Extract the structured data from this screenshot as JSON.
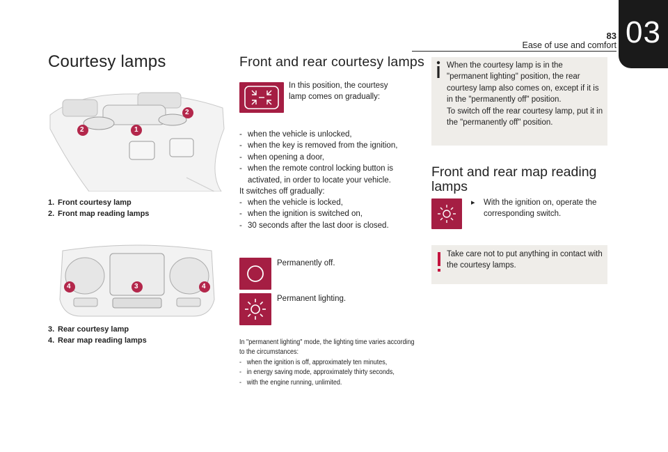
{
  "header": {
    "page_number": "83",
    "chapter_title": "Ease of use and comfort",
    "chapter_number": "03"
  },
  "left": {
    "title": "Courtesy lamps",
    "legend_front": [
      {
        "num": "1.",
        "text": "Front courtesy lamp"
      },
      {
        "num": "2.",
        "text": "Front map reading lamps"
      }
    ],
    "legend_rear": [
      {
        "num": "3.",
        "text": "Rear courtesy lamp"
      },
      {
        "num": "4.",
        "text": "Rear map reading lamps"
      }
    ],
    "callouts": {
      "one": "1",
      "two": "2",
      "three": "3",
      "four": "4"
    }
  },
  "middle": {
    "title": "Front and rear courtesy lamps",
    "intro": "In this position, the courtesy lamp comes on gradually:",
    "on_list": [
      "when the vehicle is unlocked,",
      "when the key is removed from the ignition,",
      "when opening a door,",
      "when the remote control locking button is activated, in order to locate your vehicle."
    ],
    "off_intro": "It switches off gradually:",
    "off_list": [
      "when the vehicle is locked,",
      "when the ignition is switched on,",
      "30 seconds after the last door is closed."
    ],
    "permanently_off": "Permanently off.",
    "permanent_lighting": "Permanent lighting.",
    "note_intro": "In \"permanent lighting\" mode, the lighting time varies according to the circumstances:",
    "note_list": [
      "when the ignition is off, approximately ten minutes,",
      "in energy saving mode, approximately thirty seconds,",
      "with the engine running, unlimited."
    ]
  },
  "right": {
    "info_text_1": "When the courtesy lamp is in the \"permanent lighting\" position, the rear courtesy lamp also comes on, except if it is in the \"permanently off\" position.",
    "info_text_2": "To switch off the rear courtesy lamp, put it in the \"permanently off\" position.",
    "map_title": "Front and rear map reading lamps",
    "map_text": "With the ignition on, operate the corresponding switch.",
    "warning_text": "Take care not to put anything in contact with the courtesy lamps."
  },
  "colors": {
    "accent": "#a51e43",
    "info_bg": "#efede9",
    "callout": "#b3274b"
  },
  "icons": {
    "info": "info-icon",
    "warning": "exclamation-icon",
    "arrow": "arrow-bullet-icon"
  }
}
